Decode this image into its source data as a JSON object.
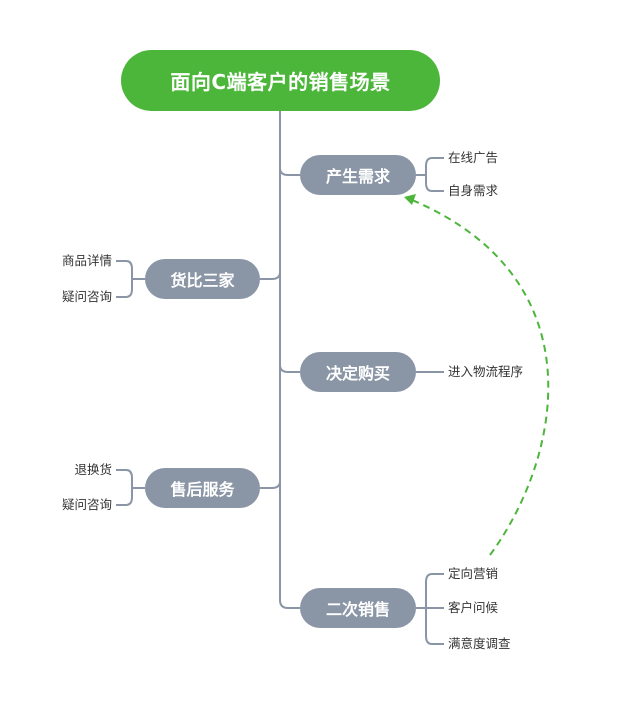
{
  "root": {
    "label": "面向C端客户的销售场景",
    "color": "#4cb63a"
  },
  "branches": [
    {
      "label": "产生需求",
      "side": "right",
      "children": [
        "在线广告",
        "自身需求"
      ]
    },
    {
      "label": "货比三家",
      "side": "left",
      "children": [
        "商品详情",
        "疑问咨询"
      ]
    },
    {
      "label": "决定购买",
      "side": "right",
      "children": [
        "进入物流程序"
      ]
    },
    {
      "label": "售后服务",
      "side": "left",
      "children": [
        "退换货",
        "疑问咨询"
      ]
    },
    {
      "label": "二次销售",
      "side": "right",
      "children": [
        "定向营销",
        "客户问候",
        "满意度调查"
      ]
    }
  ],
  "colors": {
    "node": "#8a95a5",
    "connector": "#8a95a5",
    "loop_arrow": "#4cb63a"
  },
  "relations": [
    {
      "from": "二次销售",
      "to": "产生需求",
      "style": "dashed-arrow"
    }
  ]
}
